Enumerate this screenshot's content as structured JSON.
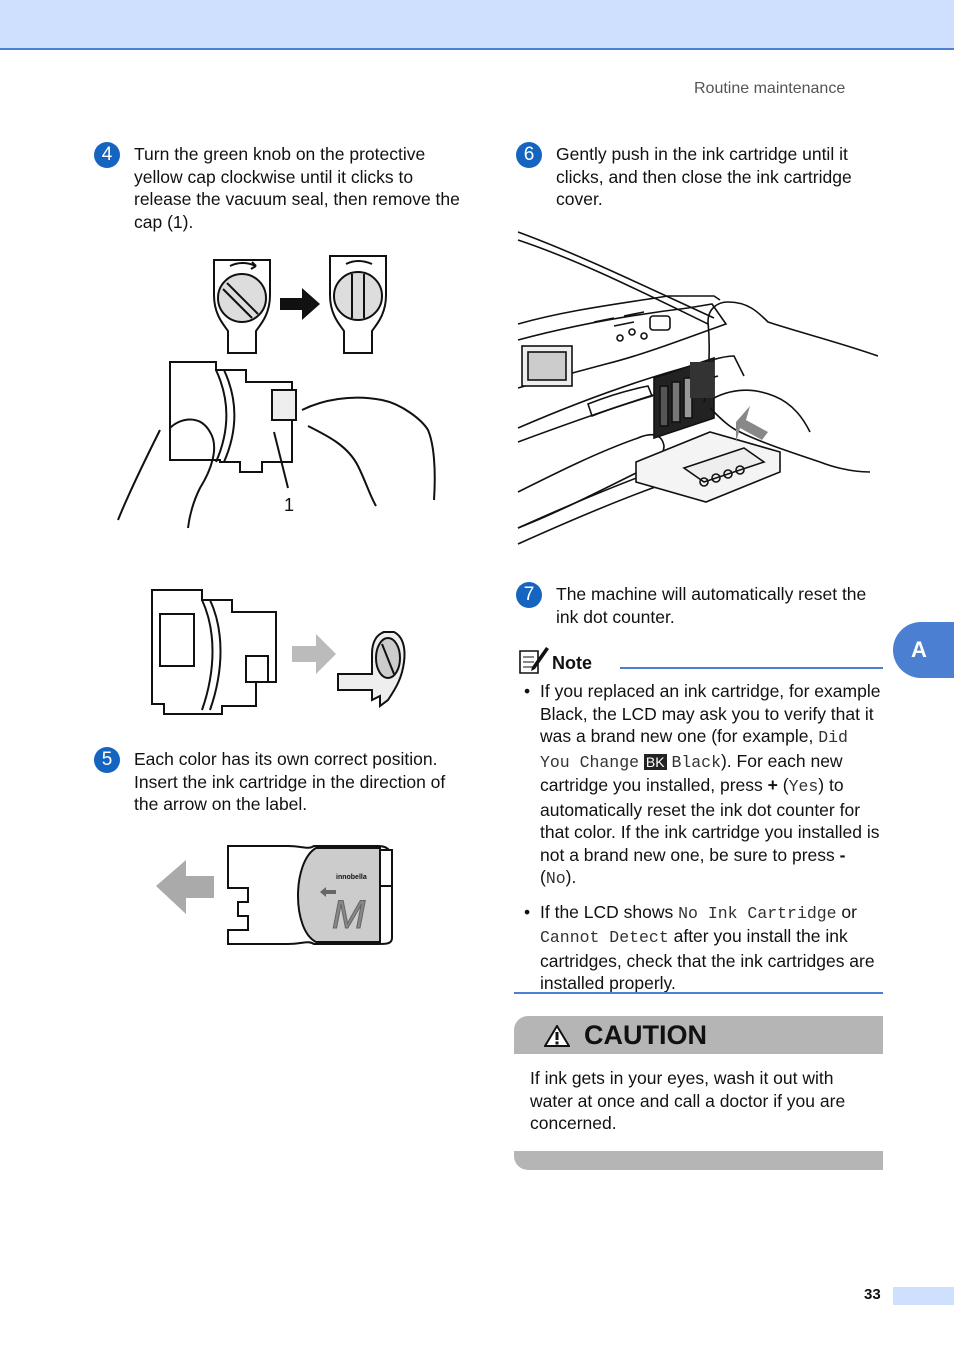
{
  "header": {
    "running_title": "Routine maintenance"
  },
  "side_tab": "A",
  "steps": {
    "s4": {
      "num": "4",
      "text": "Turn the green knob on the protective yellow cap clockwise until it clicks to release the vacuum seal, then remove the cap (1)."
    },
    "s5": {
      "num": "5",
      "text": "Each color has its own correct position. Insert the ink cartridge in the direction of the arrow on the label."
    },
    "s6": {
      "num": "6",
      "text": "Gently push in the ink cartridge until it clicks, and then close the ink cartridge cover."
    },
    "s7": {
      "num": "7",
      "text": "The machine will automatically reset the ink dot counter."
    }
  },
  "figure_labels": {
    "callout_1": "1",
    "brand": "innobella",
    "cartridge_letter": "M"
  },
  "note": {
    "title": "Note",
    "b1_pre": "If you replaced an ink cartridge, for example Black, the LCD may ask you to verify that it was a brand new one (for example, ",
    "b1_lcd1": "Did You Change",
    "b1_badge": "BK",
    "b1_lcd2": "Black",
    "b1_mid": "). For each new cartridge you installed, press ",
    "b1_plus": "+",
    "b1_open1": " (",
    "b1_yes": "Yes",
    "b1_after_yes": ") to automatically reset the ink dot counter for that color. If the ink cartridge you installed is not a brand new one, be sure to press ",
    "b1_minus": "-",
    "b1_open2": " (",
    "b1_no": "No",
    "b1_end": ").",
    "b2_pre": "If the LCD shows ",
    "b2_lcd1": "No Ink Cartridge",
    "b2_or": " or ",
    "b2_lcd2": "Cannot Detect",
    "b2_post": " after you install the ink cartridges, check that the ink cartridges are installed properly."
  },
  "caution": {
    "title": "CAUTION",
    "text": "If ink gets in your eyes, wash it out with water at once and call a doctor if you are concerned."
  },
  "footer": {
    "page_number": "33"
  }
}
